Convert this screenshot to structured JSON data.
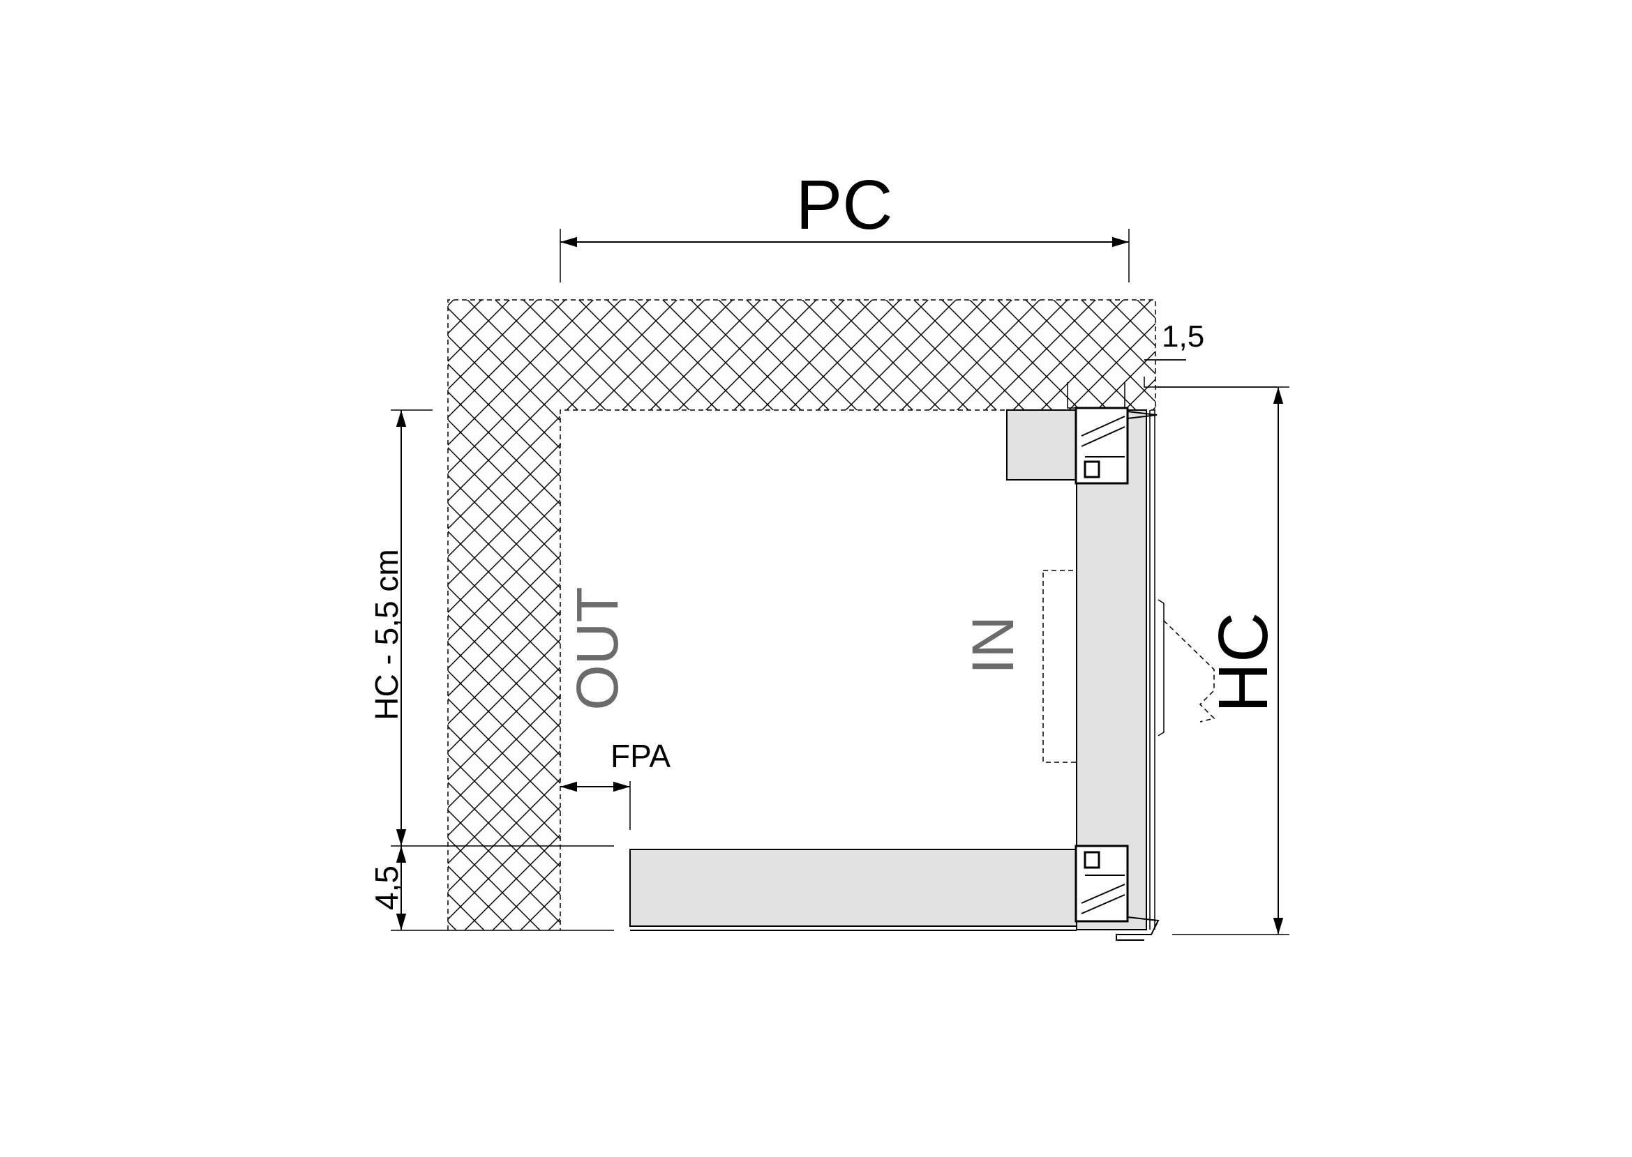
{
  "labels": {
    "pc": "PC",
    "hc": "HC",
    "hc_minus": "HC - 5,5 cm",
    "fpa": "FPA",
    "gap_top": "1,5",
    "gap_bottom": "4,5",
    "out": "OUT",
    "in": "IN"
  },
  "colors": {
    "panel_fill": "#e2e2e2",
    "side_label": "#6b6b6b",
    "line": "#000000"
  }
}
